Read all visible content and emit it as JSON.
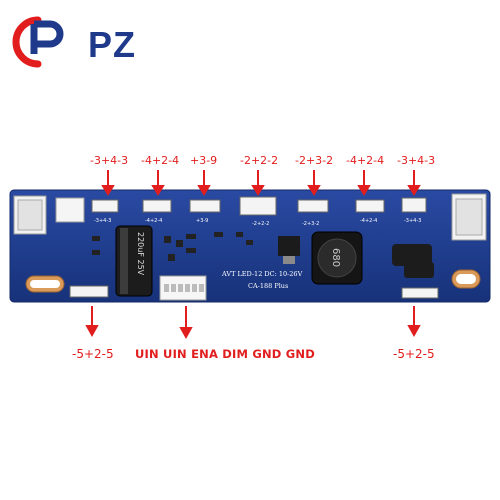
{
  "brand": {
    "logo_text": "PZ",
    "colors": {
      "red": "#e11d1d",
      "blue": "#1f3a8a"
    }
  },
  "top_labels": [
    "-3+4-3",
    "-4+2-4",
    "+3-9",
    "-2+2-2",
    "-2+3-2",
    "-4+2-4",
    "-3+4-3"
  ],
  "bottom_labels": {
    "left": "-5+2-5",
    "right": "-5+2-5"
  },
  "pin_labels": "UIN UIN ENA DIM GND GND",
  "board": {
    "pcb_color": "#1e3d8f",
    "model_line1": "AVT LED-12 DC: 10-26V",
    "model_line2": "CA-188 Plus",
    "capacitor_label": "220uF 25V",
    "inductor_label": "680",
    "silk_connectors": [
      "-3+4-3",
      "-4+2-4",
      "+3-9",
      "-2+2-2",
      "-2+3-2",
      "-4+2-4",
      "-3+4-3"
    ]
  }
}
